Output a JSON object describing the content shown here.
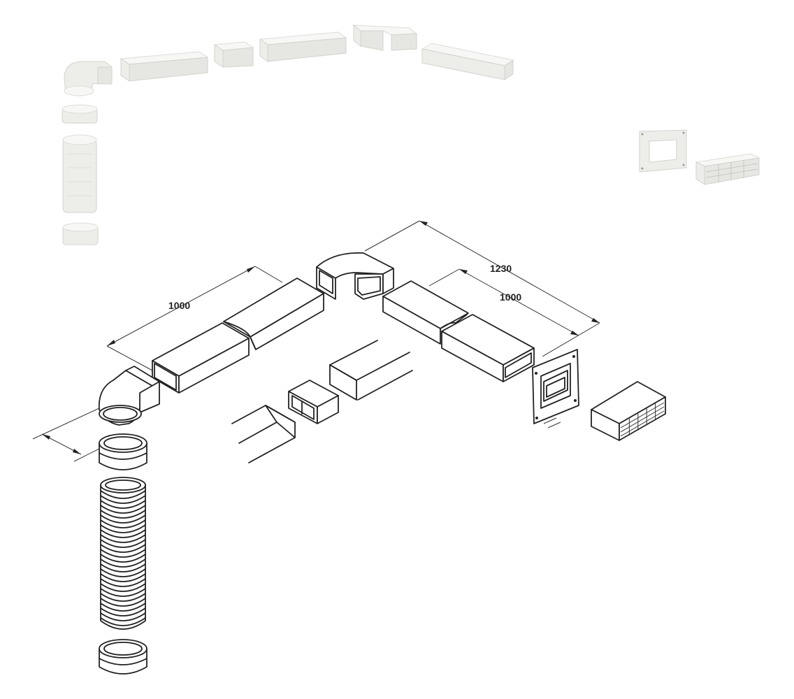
{
  "dimensions": {
    "left_duct_run": "1000",
    "overall_length": "1230",
    "right_duct_run": "1000"
  },
  "colors": {
    "line": "#222222",
    "photo_plastic": "#f2f2ef",
    "photo_shadow": "#dcdcd8",
    "background": "#ffffff"
  }
}
